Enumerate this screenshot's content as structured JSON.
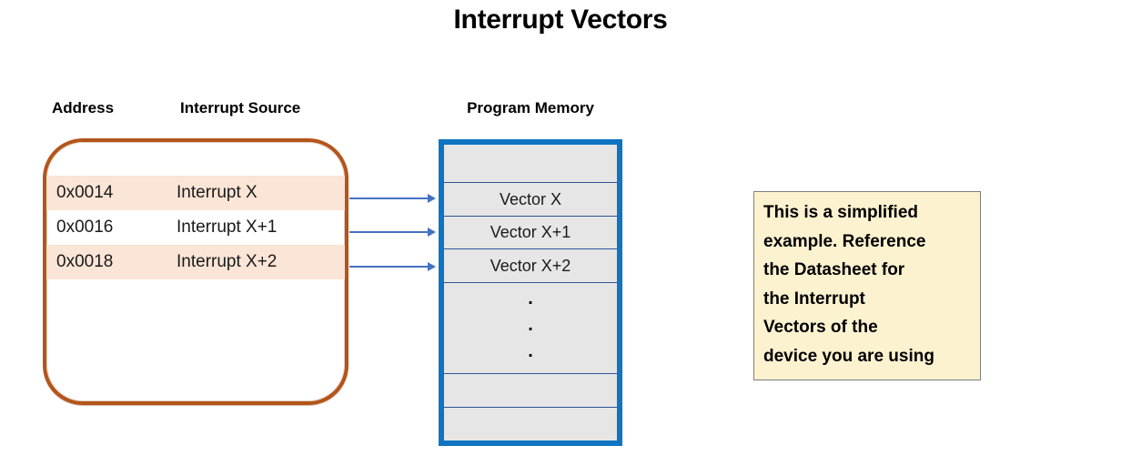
{
  "title": "Interrupt Vectors",
  "columns": {
    "address_header": "Address",
    "source_header": "Interrupt Source",
    "memory_header": "Program Memory"
  },
  "vector_table": {
    "rows": [
      {
        "address": "0x0014",
        "source": "Interrupt X"
      },
      {
        "address": "0x0016",
        "source": "Interrupt X+1"
      },
      {
        "address": "0x0018",
        "source": "Interrupt X+2"
      }
    ]
  },
  "memory": {
    "cells": [
      "",
      "Vector X",
      "Vector X+1",
      "Vector X+2"
    ],
    "dots": [
      ".",
      ".",
      "."
    ]
  },
  "note": {
    "text": "This is a simplified\nexample. Reference\nthe  Datasheet for\nthe Interrupt\nVectors of the\ndevice you are using"
  },
  "colors": {
    "row_highlight": "#FBE5D6",
    "table_border": "#B5541A",
    "memory_border": "#0F74C2",
    "memory_fill": "#E6E6E6",
    "memory_cell_line": "#2E5496",
    "arrow": "#4472C4",
    "note_fill": "#FDF2CF",
    "note_border": "#7F7F7F"
  }
}
